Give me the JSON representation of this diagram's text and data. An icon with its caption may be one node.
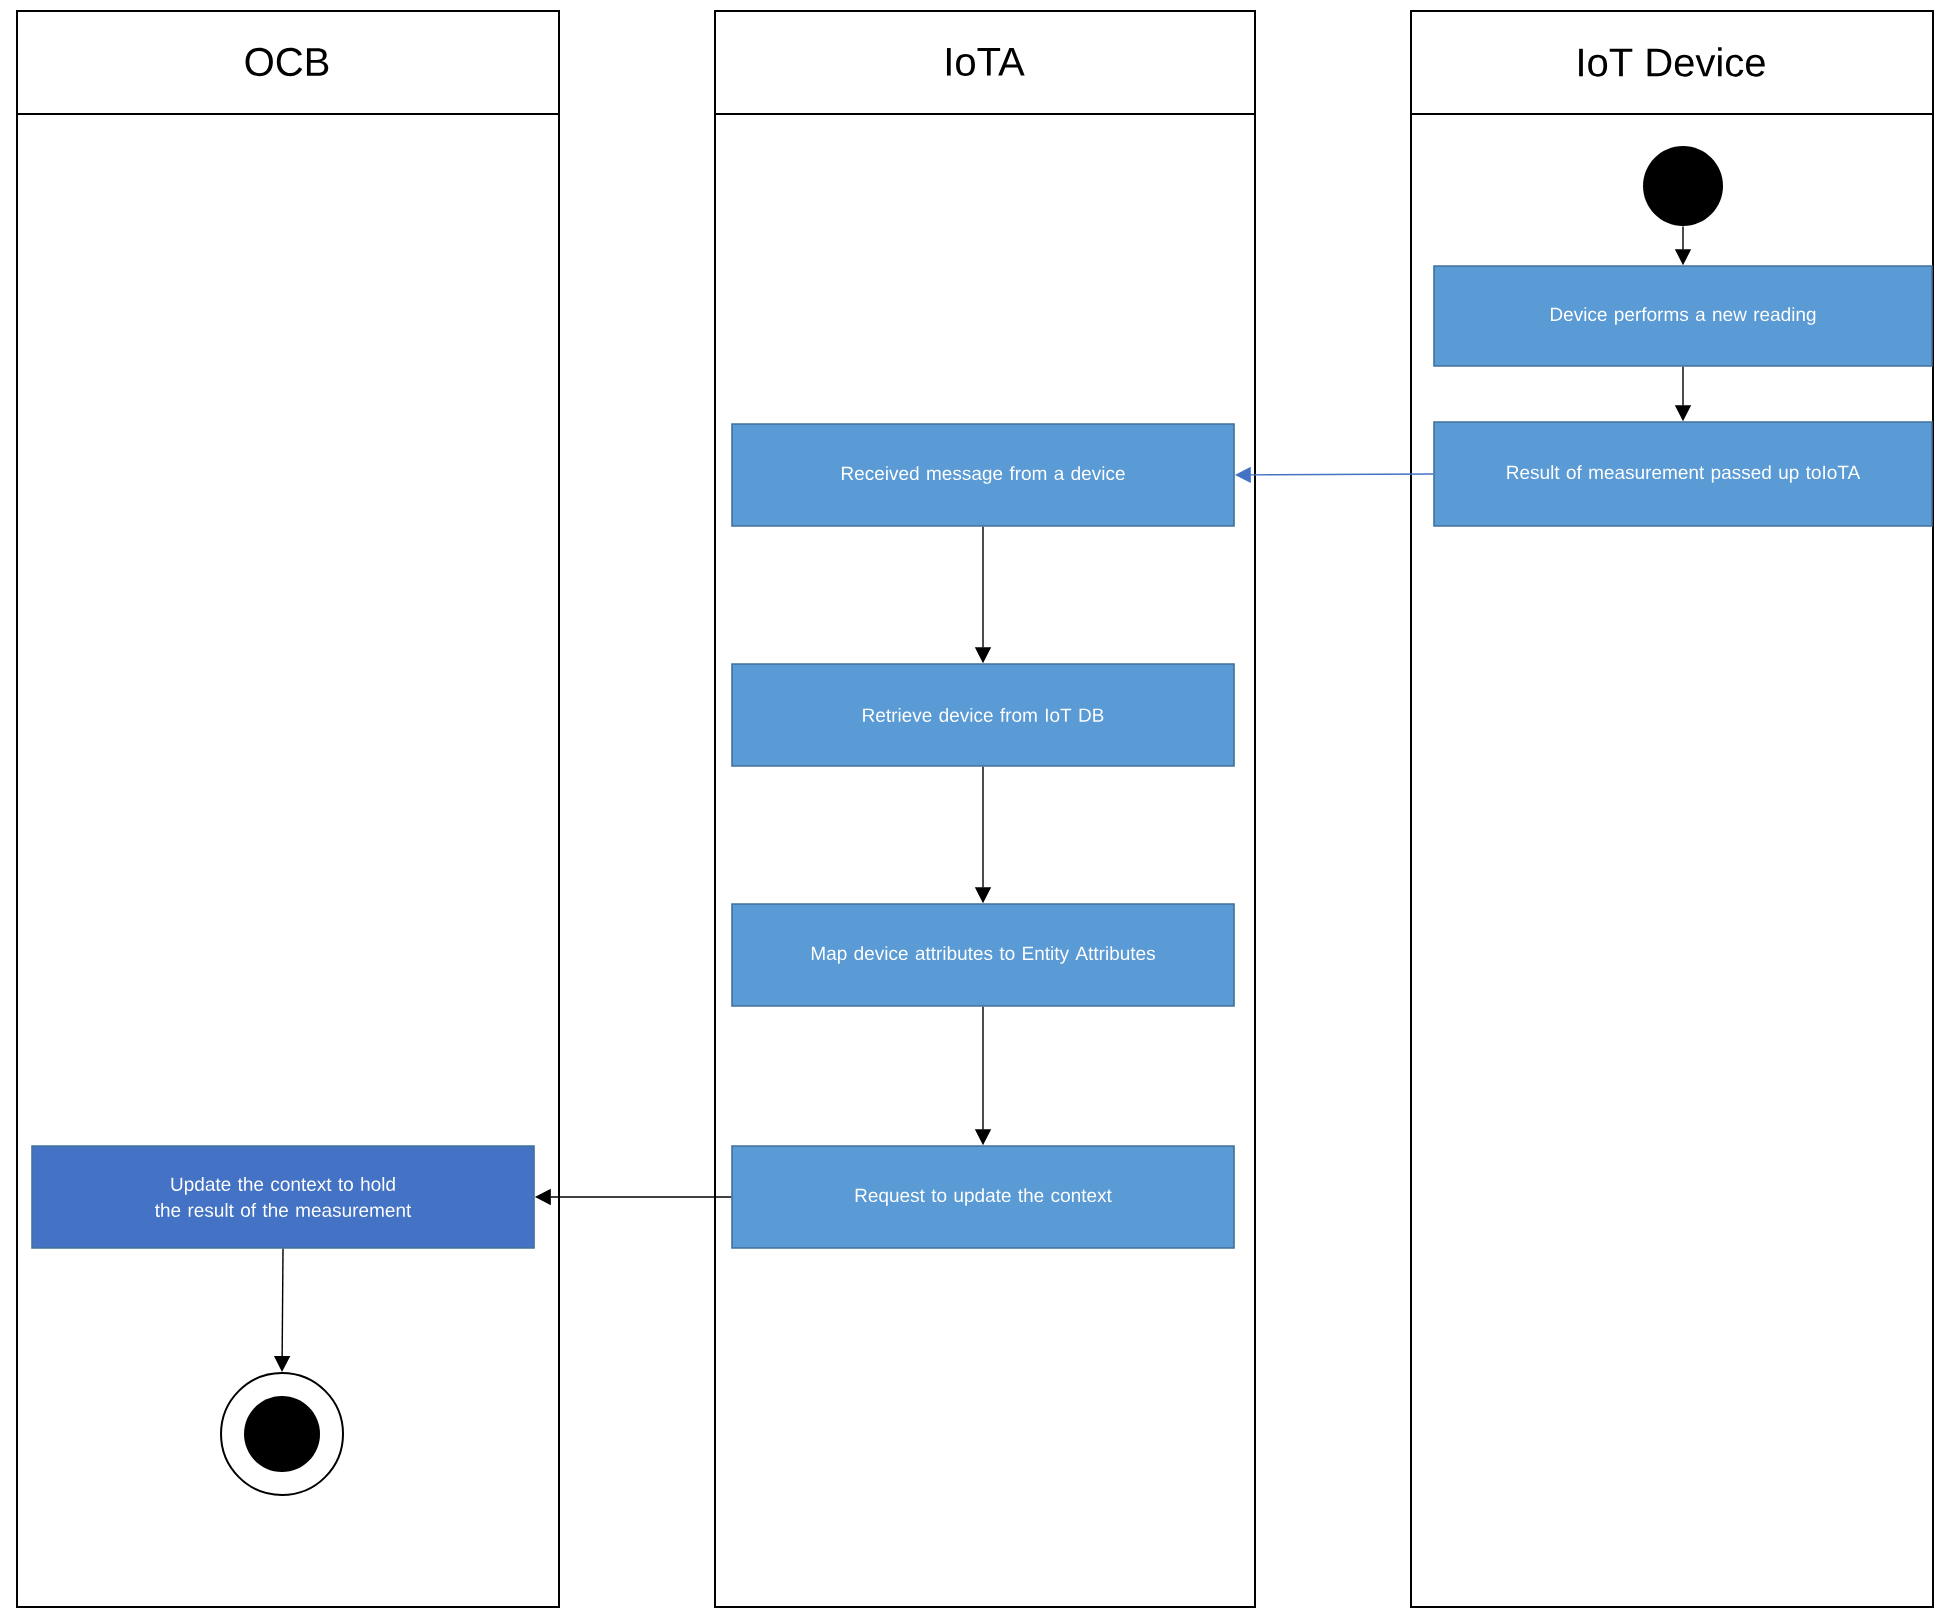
{
  "diagram": {
    "nodes": [
      {
        "text": [
          "OCB"
        ]
      },
      {
        "text": [
          "IoTA"
        ]
      },
      {
        "text": [
          "IoT Device"
        ]
      },
      {
        "text": [],
        "shape": "circle",
        "in": 2
      },
      {
        "text": [
          "Device performs a new reading"
        ],
        "in": 2
      },
      {
        "text": [
          "Result of measurement passed up toIoTA"
        ],
        "in": 2
      },
      {
        "text": [
          "Received message from a device"
        ],
        "in": 1
      },
      {
        "text": [
          "Retrieve device from IoT DB"
        ],
        "in": 1
      },
      {
        "text": [
          "Map device attributes to Entity Attributes"
        ],
        "in": 1
      },
      {
        "text": [
          "Request to update the context"
        ],
        "in": 1
      },
      {
        "text": [
          "Update the context to hold the result of the measurement"
        ],
        "in": 0
      },
      {
        "text": [],
        "shape": "circle",
        "in": 0
      }
    ],
    "edges": [
      {
        "from": 3,
        "to": 4,
        "arrow": "to"
      },
      {
        "from": 4,
        "to": 5,
        "arrow": "to"
      },
      {
        "from": 5,
        "to": 6,
        "arrow": "to",
        "color": "#4472c4"
      },
      {
        "from": 6,
        "to": 7,
        "arrow": "to"
      },
      {
        "from": 7,
        "to": 8,
        "arrow": "to"
      },
      {
        "from": 8,
        "to": 9,
        "arrow": "to"
      },
      {
        "from": 9,
        "to": 10,
        "arrow": "to"
      },
      {
        "from": 10,
        "to": 11,
        "arrow": "to"
      }
    ]
  }
}
